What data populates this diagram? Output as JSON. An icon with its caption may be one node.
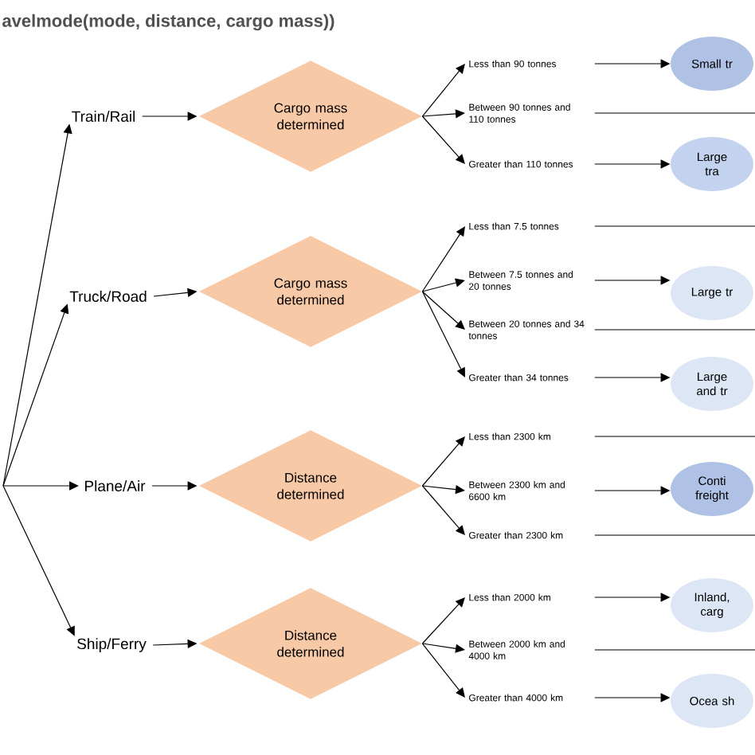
{
  "diagram": {
    "title": "avelmode(mode, distance, cargo mass))",
    "nodes": [
      {
        "text": [
          "Train/Rail"
        ]
      },
      {
        "text": [
          "Cargo mass determined"
        ]
      },
      {
        "text": [
          "Less than 90 tonnes"
        ]
      },
      {
        "text": [
          "Between 90 tonnes and 110 tonnes"
        ]
      },
      {
        "text": [
          "Greater than 110 tonnes"
        ]
      },
      {
        "text": [
          "Small tr"
        ]
      },
      {
        "text": [
          "Large tra"
        ]
      },
      {
        "text": [
          "Truck/Road"
        ]
      },
      {
        "text": [
          "Cargo mass determined"
        ]
      },
      {
        "text": [
          "Less than 7.5 tonnes"
        ]
      },
      {
        "text": [
          "Between 7.5 tonnes and 20 tonnes"
        ]
      },
      {
        "text": [
          "Between 20 tonnes and 34 tonnes"
        ]
      },
      {
        "text": [
          "Greater than 34 tonnes"
        ]
      },
      {
        "text": [
          "Large tr"
        ]
      },
      {
        "text": [
          "Large and tr"
        ]
      },
      {
        "text": [
          "Plane/Air"
        ]
      },
      {
        "text": [
          "Distance determined"
        ]
      },
      {
        "text": [
          "Less than 2300 km"
        ]
      },
      {
        "text": [
          "Between 2300 km and 6600 km"
        ]
      },
      {
        "text": [
          "Greater than 2300 km"
        ]
      },
      {
        "text": [
          "Conti freight"
        ]
      },
      {
        "text": [
          "Ship/Ferry"
        ]
      },
      {
        "text": [
          "Distance determined"
        ]
      },
      {
        "text": [
          "Less than 2000 km"
        ]
      },
      {
        "text": [
          "Between 2000 km and 4000 km"
        ]
      },
      {
        "text": [
          "Greater than 4000 km"
        ]
      },
      {
        "text": [
          "Inland, carg"
        ]
      },
      {
        "text": [
          "Ocea sh"
        ]
      }
    ],
    "edges": [
      {
        "from": null,
        "to": 0,
        "arrow": "to"
      },
      {
        "from": 0,
        "to": 1,
        "arrow": "to"
      },
      {
        "from": 1,
        "to": 2,
        "arrow": "to"
      },
      {
        "from": 1,
        "to": 3,
        "arrow": "to"
      },
      {
        "from": 1,
        "to": 4,
        "arrow": "to"
      },
      {
        "from": 2,
        "to": 5,
        "arrow": "to"
      },
      {
        "from": 3,
        "to": null,
        "arrow": "none"
      },
      {
        "from": 4,
        "to": 6,
        "arrow": "to"
      },
      {
        "from": null,
        "to": 7,
        "arrow": "to"
      },
      {
        "from": 7,
        "to": 8,
        "arrow": "to"
      },
      {
        "from": 8,
        "to": 9,
        "arrow": "to"
      },
      {
        "from": 8,
        "to": 10,
        "arrow": "to"
      },
      {
        "from": 8,
        "to": 11,
        "arrow": "to"
      },
      {
        "from": 8,
        "to": 12,
        "arrow": "to"
      },
      {
        "from": 9,
        "to": null,
        "arrow": "none"
      },
      {
        "from": 10,
        "to": 13,
        "arrow": "to"
      },
      {
        "from": 11,
        "to": null,
        "arrow": "none"
      },
      {
        "from": 12,
        "to": 14,
        "arrow": "to"
      },
      {
        "from": null,
        "to": 15,
        "arrow": "to"
      },
      {
        "from": 15,
        "to": 16,
        "arrow": "to"
      },
      {
        "from": 16,
        "to": 17,
        "arrow": "to"
      },
      {
        "from": 16,
        "to": 18,
        "arrow": "to"
      },
      {
        "from": 16,
        "to": 19,
        "arrow": "to"
      },
      {
        "from": 17,
        "to": null,
        "arrow": "none"
      },
      {
        "from": 18,
        "to": 20,
        "arrow": "to"
      },
      {
        "from": 19,
        "to": null,
        "arrow": "none"
      },
      {
        "from": null,
        "to": 21,
        "arrow": "to"
      },
      {
        "from": 21,
        "to": 22,
        "arrow": "to"
      },
      {
        "from": 22,
        "to": 23,
        "arrow": "to"
      },
      {
        "from": 22,
        "to": 24,
        "arrow": "to"
      },
      {
        "from": 22,
        "to": 25,
        "arrow": "to"
      },
      {
        "from": 23,
        "to": 26,
        "arrow": "to"
      },
      {
        "from": 24,
        "to": null,
        "arrow": "none"
      },
      {
        "from": 25,
        "to": 27,
        "arrow": "to"
      }
    ]
  }
}
